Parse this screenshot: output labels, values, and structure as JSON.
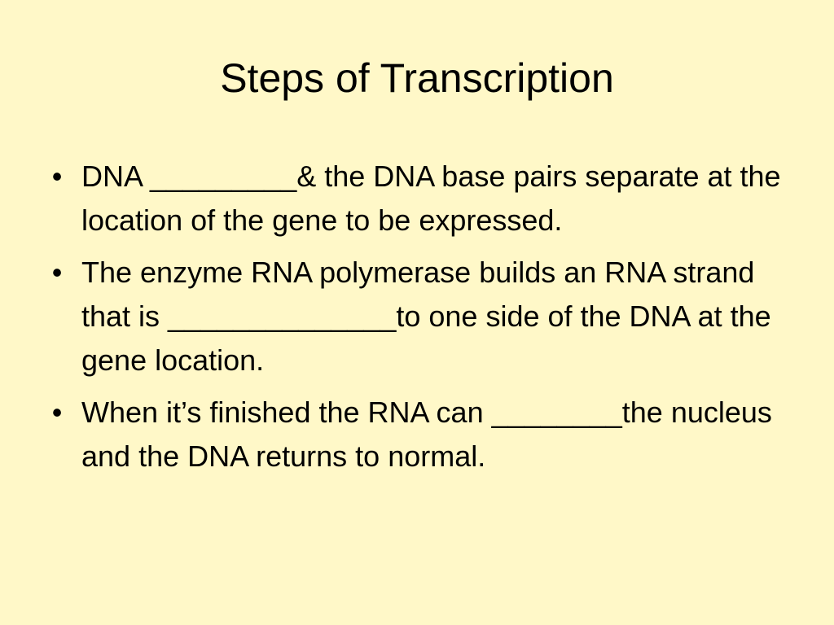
{
  "slide": {
    "title": "Steps of Transcription",
    "bullets": [
      {
        "marker": "•",
        "text": "DNA _________& the DNA base pairs separate at the location of the gene to be expressed."
      },
      {
        "marker": "•",
        "text": "The enzyme RNA polymerase builds an RNA strand that is ______________to one side of the DNA at the gene location."
      },
      {
        "marker": "•",
        "text": "When it’s finished the RNA can ________the nucleus and the DNA returns to normal."
      }
    ]
  },
  "colors": {
    "background": "#FFF8C8",
    "text": "#000000"
  }
}
